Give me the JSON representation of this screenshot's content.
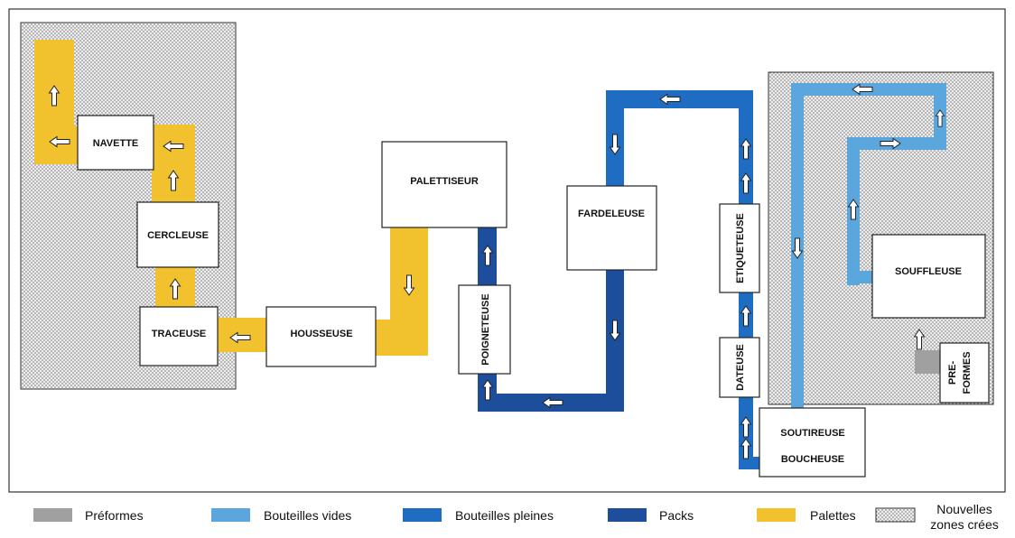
{
  "colors": {
    "preformes": "#a0a0a0",
    "bouteilles_vides": "#5ba7dd",
    "bouteilles_pleines": "#1f6dc2",
    "packs": "#1d4e9c",
    "palettes": "#f2c22e"
  },
  "machines": {
    "navette": "NAVETTE",
    "cercleuse": "CERCLEUSE",
    "traceuse": "TRACEUSE",
    "housseuse": "HOUSSEUSE",
    "palettiseur": "PALETTISEUR",
    "poigneteuse": "POIGNETEUSE",
    "fardeleuse": "FARDELEUSE",
    "etiqueteuse": "ETIQUETEUSE",
    "dateuse": "DATEUSE",
    "soutireuse": "SOUTIREUSE",
    "boucheuse": "BOUCHEUSE",
    "souffleuse": "SOUFFLEUSE",
    "preformes_line1": "PRE-",
    "preformes_line2": "FORMES"
  },
  "legend": {
    "preformes": "Préformes",
    "bouteilles_vides": "Bouteilles vides",
    "bouteilles_pleines": "Bouteilles pleines",
    "packs": "Packs",
    "palettes": "Palettes",
    "nouvelles_zones_line1": "Nouvelles",
    "nouvelles_zones_line2": "zones crées"
  }
}
